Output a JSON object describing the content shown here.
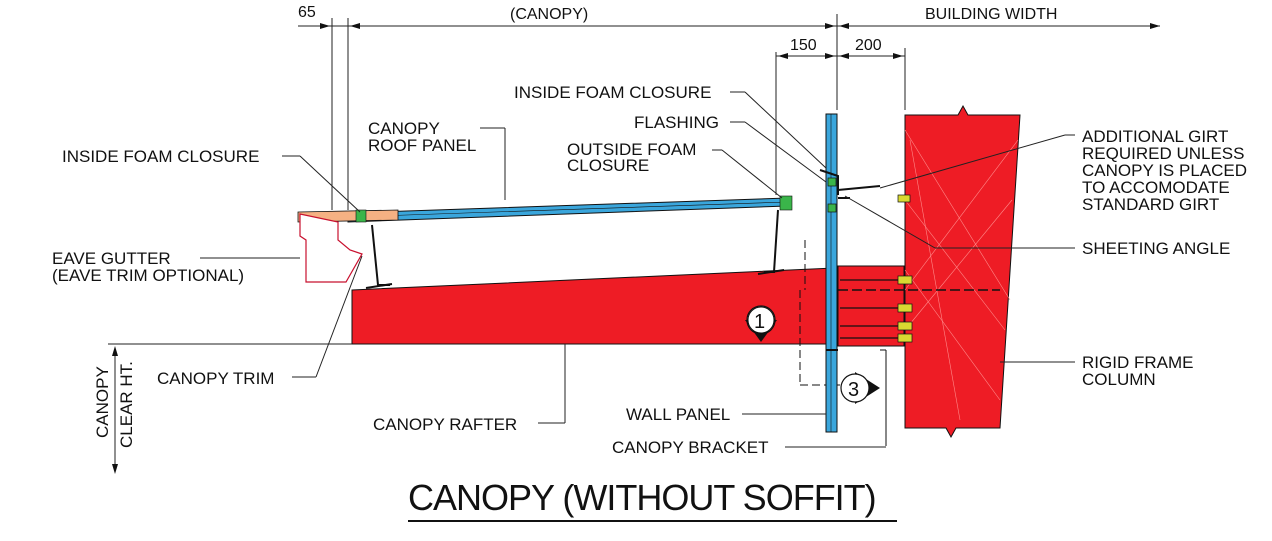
{
  "title": "CANOPY (WITHOUT SOFFIT)",
  "dimensions": {
    "gutter_offset": "65",
    "canopy": "(CANOPY)",
    "building_width": "BUILDING WIDTH",
    "d150": "150",
    "d200": "200"
  },
  "labels": {
    "inside_foam_closure_right": "INSIDE FOAM CLOSURE",
    "flashing": "FLASHING",
    "outside_foam_closure": [
      "OUTSIDE FOAM",
      "CLOSURE"
    ],
    "canopy_roof_panel": [
      "CANOPY",
      "ROOF PANEL"
    ],
    "inside_foam_closure_left": "INSIDE FOAM CLOSURE",
    "eave_gutter": [
      "EAVE GUTTER",
      "(EAVE TRIM OPTIONAL)"
    ],
    "canopy_trim": "CANOPY TRIM",
    "canopy_clear_ht": [
      "CANOPY",
      "CLEAR HT."
    ],
    "canopy_rafter": "CANOPY RAFTER",
    "wall_panel": "WALL PANEL",
    "canopy_bracket": "CANOPY BRACKET",
    "additional_girt": [
      "ADDITIONAL GIRT",
      "REQUIRED UNLESS",
      "CANOPY IS PLACED",
      "TO ACCOMODATE",
      "STANDARD GIRT"
    ],
    "sheeting_angle": "SHEETING ANGLE",
    "rigid_frame_column": [
      "RIGID FRAME",
      "COLUMN"
    ]
  },
  "markers": {
    "section_1": "1",
    "section_3": "3"
  },
  "colors": {
    "steel_red": "#ee1c25",
    "panel_blue": "#3aa6dc",
    "foam_orange": "#f5b183"
  }
}
